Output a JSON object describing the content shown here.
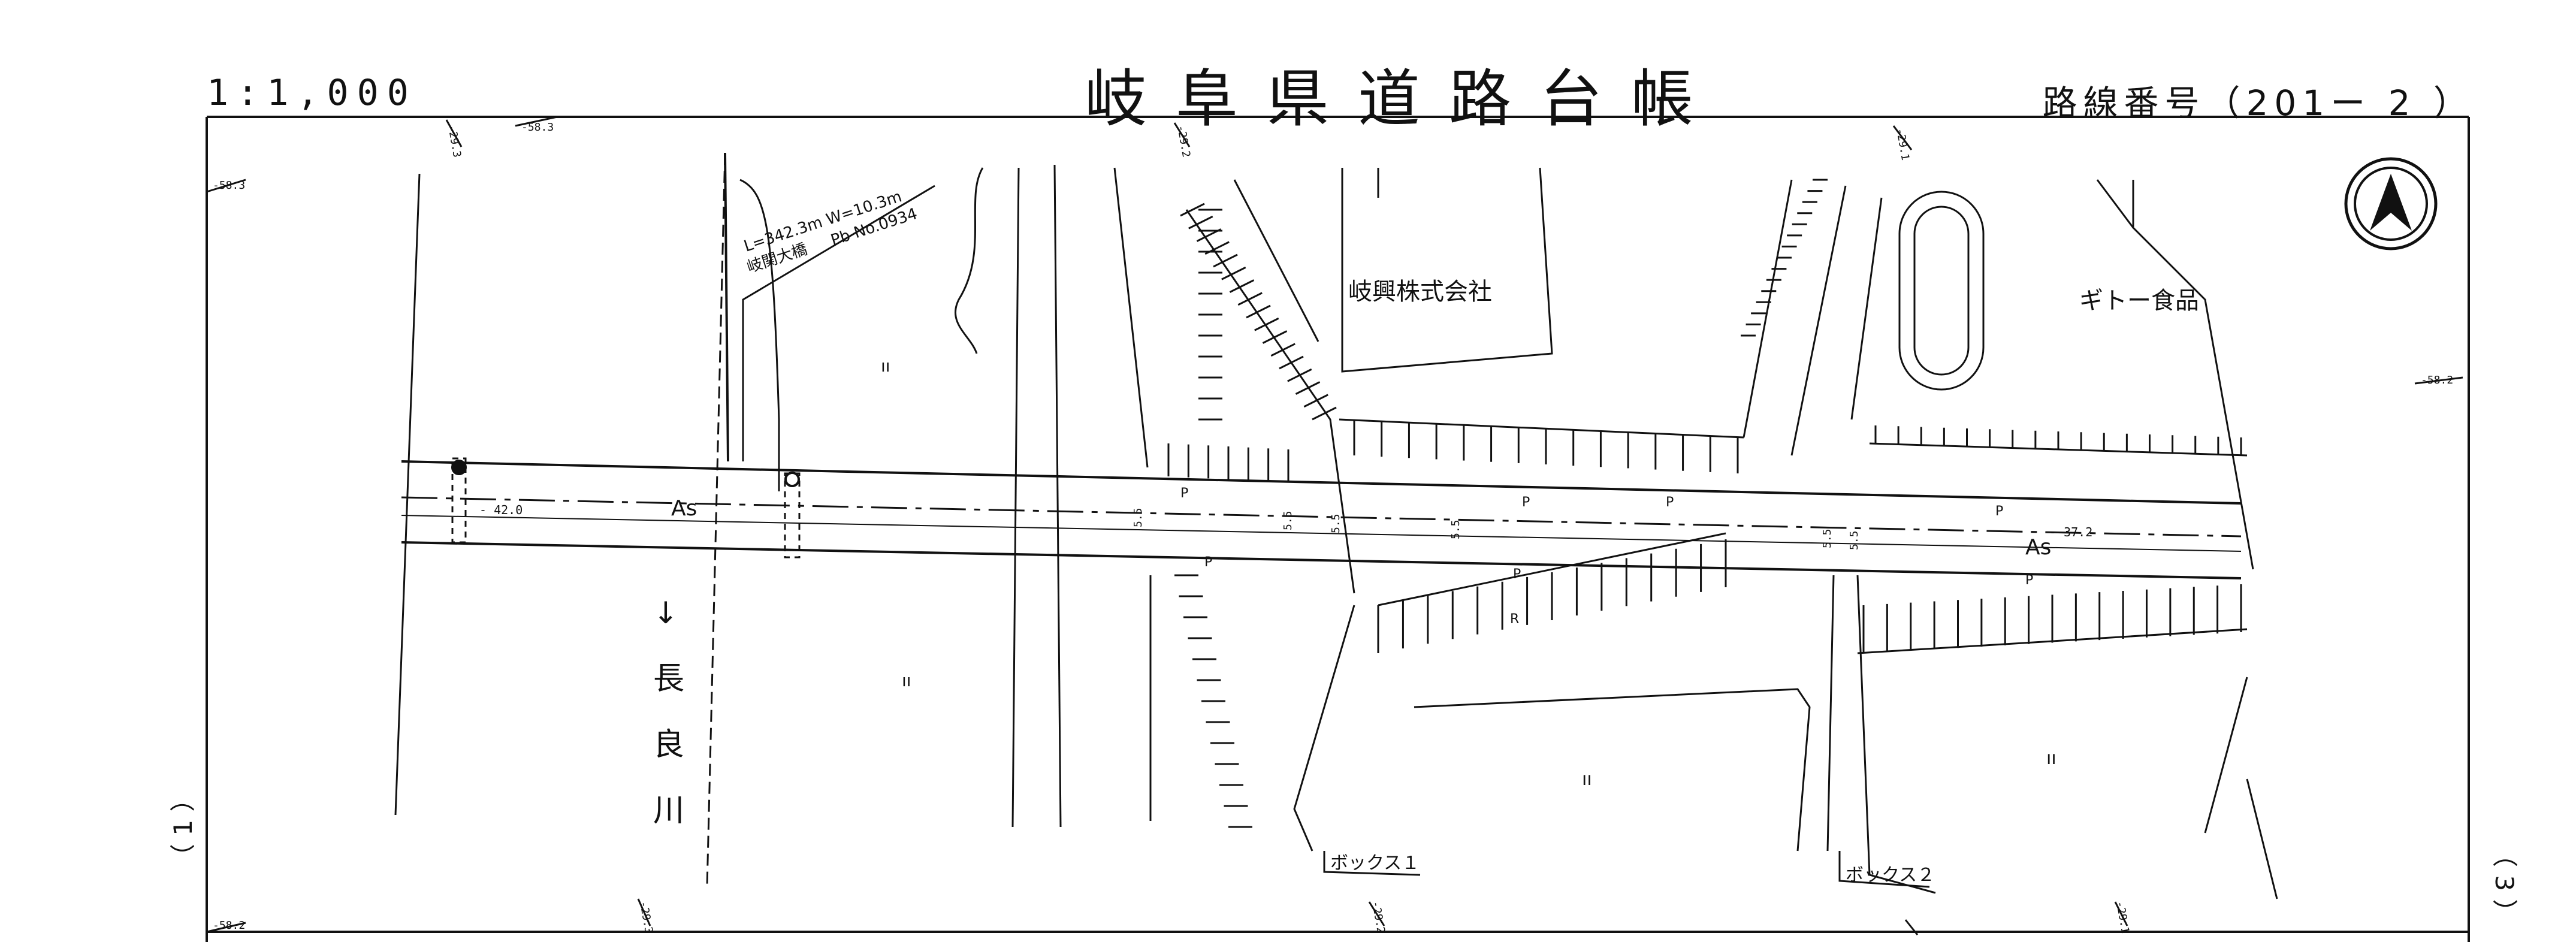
{
  "header": {
    "scale": "1:1,000",
    "title": "岐阜県道路台帳",
    "route": "路線番号（201ー 2 ）"
  },
  "labels": {
    "company1": "岐興株式会社",
    "company2": "ギトー食品",
    "bridge_dims": "L=342.3m W=10.3m",
    "bridge_name": "岐関大橋",
    "bridge_code": "Pb No.0934",
    "river_arrow": "↓",
    "river_char1": "長",
    "river_char2": "良",
    "river_char3": "川",
    "box1": "ボックス１",
    "box2": "ボックス２",
    "surface_left": "As",
    "surface_right": "As",
    "elev_left": "- 42.0",
    "elev_right": "- 37.2",
    "width_1": "5.5",
    "width_2": "5.5",
    "width_3": "5.5",
    "width_4": "5.5",
    "width_5": "5.5",
    "width_6": "5.5",
    "prev_sheet": "（ 1 ）",
    "next_sheet": "（ 3 ）",
    "grid_tl": "-58.3",
    "grid_tl2": "-58.3",
    "grid_top_1": "-29.3",
    "grid_top_2": "-29.2",
    "grid_top_3": "-29.1",
    "grid_bl": "-58.2",
    "grid_right": "-58.2",
    "grid_bot_1": "-29.3",
    "grid_bot_2": "-29.2",
    "grid_bot_3": "-29.1",
    "p_marks": [
      "P",
      "P",
      "P",
      "P",
      "P",
      "P",
      "P",
      "R"
    ],
    "land_mark": "ıı"
  }
}
